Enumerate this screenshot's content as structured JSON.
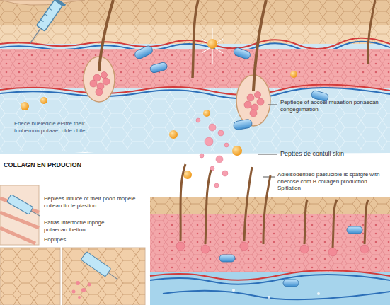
{
  "diagram": {
    "labels": [
      "Fhece bueledcle ePlfre their tunhemon potaae, olde chile,",
      "Peptiege of aocoel muaetion ponaecan congegilmation",
      "Pepttes de contull skin",
      "COLLAGN EN PRDUCION",
      "Adleisodentled paetucible is spatgre with onecose com B collagen production Spitlation",
      "Pepiees influce of their poon mopele coilean lin te piastion",
      "Patlas infertoctie inpbge potaecan ihetion",
      "Poptipes"
    ]
  }
}
